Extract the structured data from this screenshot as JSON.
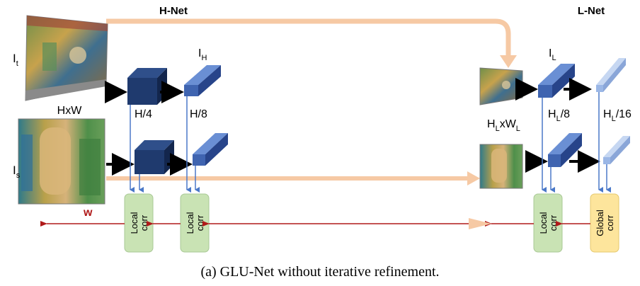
{
  "titles": {
    "hnet": "H-Net",
    "lnet": "L-Net"
  },
  "labels": {
    "it_main": "I",
    "it_sub": "t",
    "is_main": "I",
    "is_sub": "s",
    "hxw": "HxW",
    "ih_main": "I",
    "ih_sub": "H",
    "il_main": "I",
    "il_sub": "L",
    "h4": "H/4",
    "h8": "H/8",
    "hl_main": "H",
    "hl_sub": "L",
    "hl_x": "xW",
    "wl_sub": "L",
    "hl8_main": "H",
    "hl8_sub": "L",
    "hl8_rest": "/8",
    "hl16_main": "H",
    "hl16_sub": "L",
    "hl16_rest": "/16",
    "w": "w"
  },
  "modules": {
    "local_corr_line1": "Local",
    "local_corr_line2": "corr",
    "global_corr_line1": "Global",
    "global_corr_line2": "corr"
  },
  "caption": "(a) GLU-Net without iterative refinement.",
  "colors": {
    "dark_blue": "#1f3a6e",
    "mid_blue": "#3f64b0",
    "light_blue": "#9bb7e6",
    "peach": "#f6c9a4",
    "green_box": "#c9e3b4",
    "yellow_box": "#fde59c",
    "red_arrow": "#b01a1a"
  }
}
